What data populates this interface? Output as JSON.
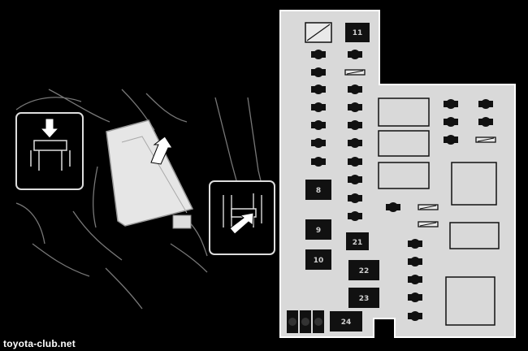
{
  "watermark": "toyota-club.net",
  "colors": {
    "background": "#000000",
    "panel": "#d9d9d9",
    "block": "#111111",
    "outline": "#ffffff"
  },
  "fuse_labels": [
    "11",
    "8",
    "9",
    "10",
    "21",
    "22",
    "23",
    "24"
  ],
  "arrow_icons": [
    "press-down-arrow-icon",
    "lift-arrow-icon",
    "release-arrow-icon"
  ]
}
